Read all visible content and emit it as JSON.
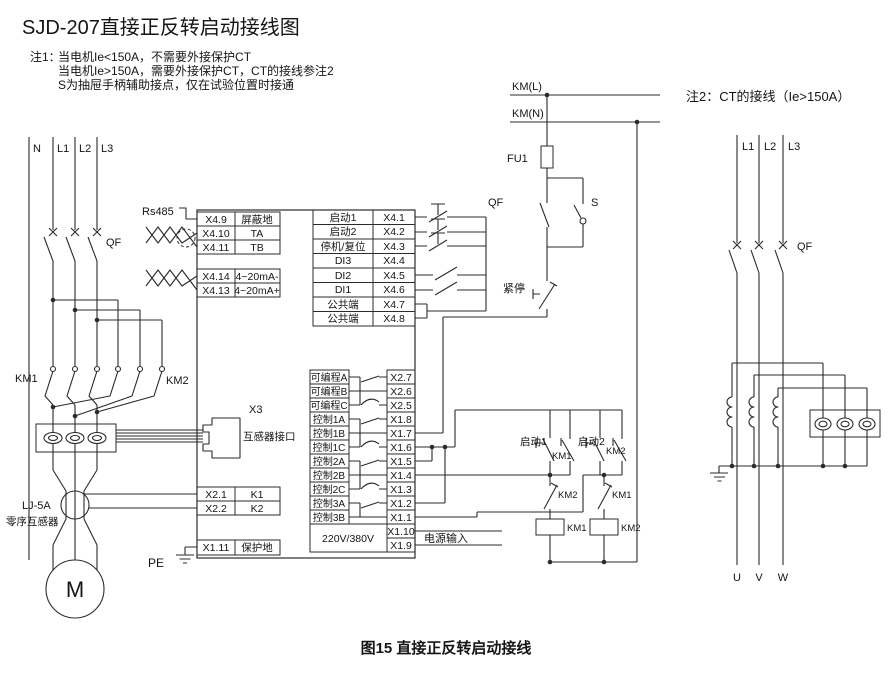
{
  "title": "SJD-207直接正反转启动接线图",
  "note1": {
    "label": "注1：",
    "lines": [
      "当电机Ie<150A，不需要外接保护CT",
      "当电机Ie>150A，需要外接保护CT，CT的接线参注2",
      "S为抽屉手柄辅助接点，仅在试验位置时接通"
    ]
  },
  "note2": "注2：CT的接线（Ie>150A）",
  "caption": "图15 直接正反转启动接线",
  "incoming": {
    "n": "N",
    "l1": "L1",
    "l2": "L2",
    "l3": "L3",
    "qf": "QF",
    "km1": "KM1",
    "km2": "KM2",
    "ct": "LJ-5A",
    "ct_sub": "零序互感器",
    "motor": "M",
    "pe": "PE"
  },
  "supply": {
    "km_l": "KM(L)",
    "km_n": "KM(N)",
    "fu1": "FU1",
    "qf": "QF",
    "s": "S",
    "estop": "紧停"
  },
  "rs485": "Rs485",
  "left_terms": [
    [
      "X4.9",
      "屏蔽地"
    ],
    [
      "X4.10",
      "TA"
    ],
    [
      "X4.11",
      "TB"
    ],
    [
      "X4.14",
      "4~20mA-"
    ],
    [
      "X4.13",
      "4~20mA+"
    ]
  ],
  "x3": {
    "name": "X3",
    "desc": "互感器接口"
  },
  "k_terms": [
    [
      "X2.1",
      "K1"
    ],
    [
      "X2.2",
      "K2"
    ]
  ],
  "pe_term": [
    "X1.11",
    "保护地"
  ],
  "di_terms": [
    [
      "启动1",
      "X4.1"
    ],
    [
      "启动2",
      "X4.2"
    ],
    [
      "停机/复位",
      "X4.3"
    ],
    [
      "DI3",
      "X4.4"
    ],
    [
      "DI2",
      "X4.5"
    ],
    [
      "DI1",
      "X4.6"
    ],
    [
      "公共端",
      "X4.7"
    ],
    [
      "公共端",
      "X4.8"
    ]
  ],
  "ctrl_terms": [
    [
      "可编程A",
      "X2.7"
    ],
    [
      "可编程B",
      "X2.6"
    ],
    [
      "可编程C",
      "X2.5"
    ],
    [
      "控制1A",
      "X1.8"
    ],
    [
      "控制1B",
      "X1.7"
    ],
    [
      "控制1C",
      "X1.6"
    ],
    [
      "控制2A",
      "X1.5"
    ],
    [
      "控制2B",
      "X1.4"
    ],
    [
      "控制2C",
      "X1.3"
    ],
    [
      "控制3A",
      "X1.2"
    ],
    [
      "控制3B",
      "X1.1"
    ]
  ],
  "power_in": {
    "voltage": "220V/380V",
    "t1": "X1.10",
    "t2": "X1.9",
    "label": "电源输入"
  },
  "control": {
    "start1": "启动1",
    "start2": "启动2",
    "km1_aux": "KM1",
    "km2_aux": "KM2",
    "km2_nc": "KM2",
    "km1_nc": "KM1",
    "km1_coil": "KM1",
    "km2_coil": "KM2"
  },
  "ct2": {
    "l1": "L1",
    "l2": "L2",
    "l3": "L3",
    "qf": "QF",
    "u": "U",
    "v": "V",
    "w": "W"
  }
}
